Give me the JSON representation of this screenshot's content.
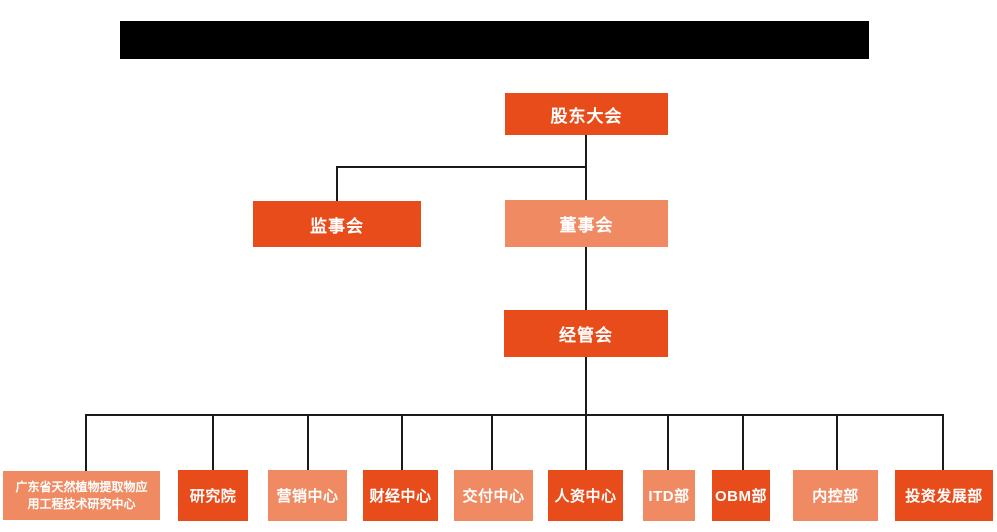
{
  "colors": {
    "primary": "#E84C1B",
    "secondary": "#EF8A62",
    "line": "#1A1A1A",
    "redaction": "#000000",
    "box_text": "#FFFFFF",
    "background": "#FFFFFF"
  },
  "header": {
    "type": "redacted-black-bar",
    "visible_text": ""
  },
  "org_chart": {
    "root": {
      "label": "股东大会",
      "variant": "primary"
    },
    "level2": [
      {
        "label": "监事会",
        "variant": "primary"
      },
      {
        "label": "董事会",
        "variant": "secondary"
      }
    ],
    "level3": {
      "label": "经管会",
      "variant": "primary"
    },
    "departments": [
      {
        "label": "广东省天然植物提取物应用工程技术研究中心",
        "variant": "secondary"
      },
      {
        "label": "研究院",
        "variant": "primary"
      },
      {
        "label": "营销中心",
        "variant": "secondary"
      },
      {
        "label": "财经中心",
        "variant": "primary"
      },
      {
        "label": "交付中心",
        "variant": "secondary"
      },
      {
        "label": "人资中心",
        "variant": "primary"
      },
      {
        "label": "ITD部",
        "variant": "secondary"
      },
      {
        "label": "OBM部",
        "variant": "primary"
      },
      {
        "label": "内控部",
        "variant": "secondary"
      },
      {
        "label": "投资发展部",
        "variant": "primary"
      }
    ]
  }
}
